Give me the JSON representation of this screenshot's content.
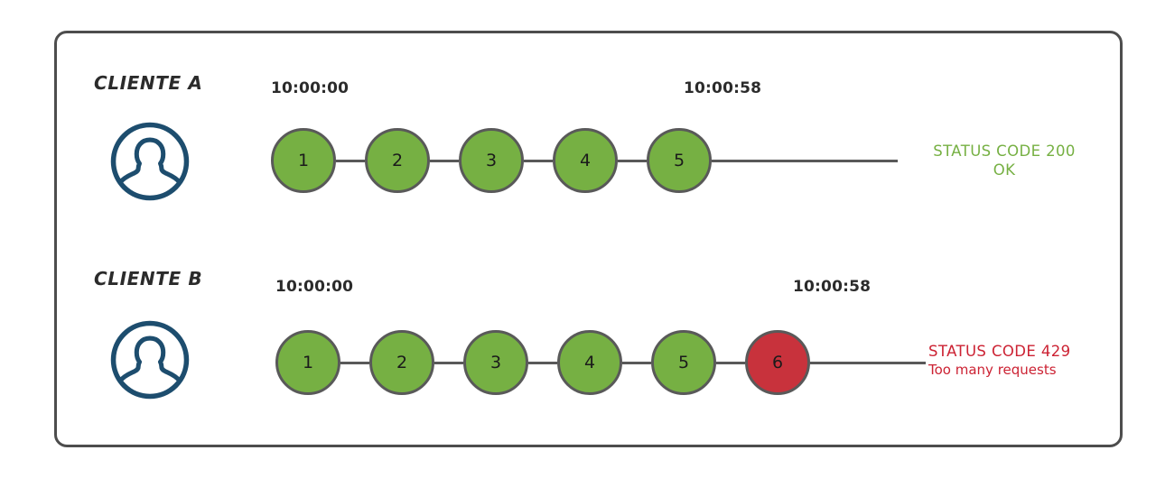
{
  "diagram": {
    "title_style": "rate-limiting sequence diagram",
    "frame_border_color": "#4d4d4d",
    "background": "#ffffff",
    "node_ok_color": "#76b043",
    "node_error_color": "#c8323c",
    "node_stroke_color": "#595959",
    "avatar_color": "#1d4d6e",
    "status_ok_color": "#76b043",
    "status_error_color": "#cc2233"
  },
  "rows": [
    {
      "label": "CLIENTE A",
      "avatar_icon": "user-avatar-icon",
      "start_time": "10:00:00",
      "end_time": "10:00:58",
      "nodes": [
        {
          "number": "1",
          "state": "ok"
        },
        {
          "number": "2",
          "state": "ok"
        },
        {
          "number": "3",
          "state": "ok"
        },
        {
          "number": "4",
          "state": "ok"
        },
        {
          "number": "5",
          "state": "ok"
        }
      ],
      "status": {
        "line1": "STATUS CODE 200",
        "line2": "OK",
        "state": "ok"
      }
    },
    {
      "label": "CLIENTE B",
      "avatar_icon": "user-avatar-icon",
      "start_time": "10:00:00",
      "end_time": "10:00:58",
      "nodes": [
        {
          "number": "1",
          "state": "ok"
        },
        {
          "number": "2",
          "state": "ok"
        },
        {
          "number": "3",
          "state": "ok"
        },
        {
          "number": "4",
          "state": "ok"
        },
        {
          "number": "5",
          "state": "ok"
        },
        {
          "number": "6",
          "state": "err"
        }
      ],
      "status": {
        "line1": "STATUS CODE 429",
        "line2": "Too many requests",
        "state": "err"
      }
    }
  ]
}
